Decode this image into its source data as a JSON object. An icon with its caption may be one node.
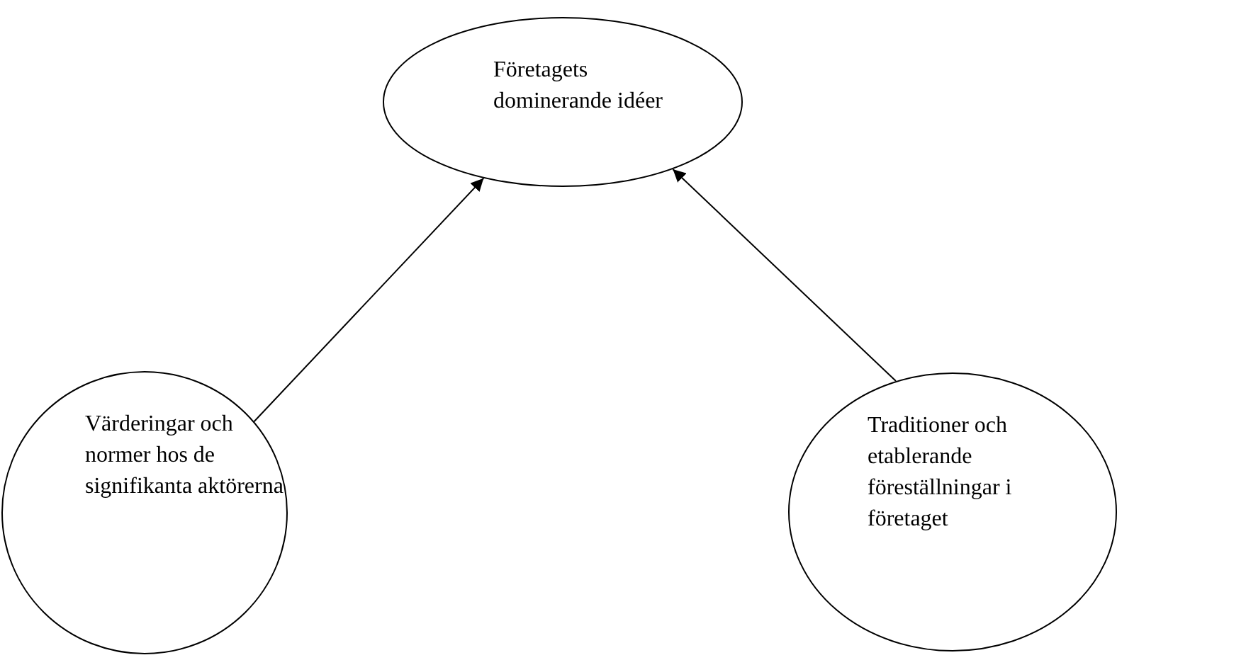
{
  "diagram": {
    "nodes": [
      {
        "text": [
          "Företagets dominerande idéer"
        ]
      },
      {
        "text": [
          "Värderingar och normer hos de signifikanta aktörerna"
        ]
      },
      {
        "text": [
          "Traditioner och etablerande föreställningar i företaget"
        ]
      }
    ],
    "edges": [
      {
        "from": 1,
        "to": 0,
        "arrow": "to"
      },
      {
        "from": 2,
        "to": 0,
        "arrow": "to"
      }
    ]
  }
}
